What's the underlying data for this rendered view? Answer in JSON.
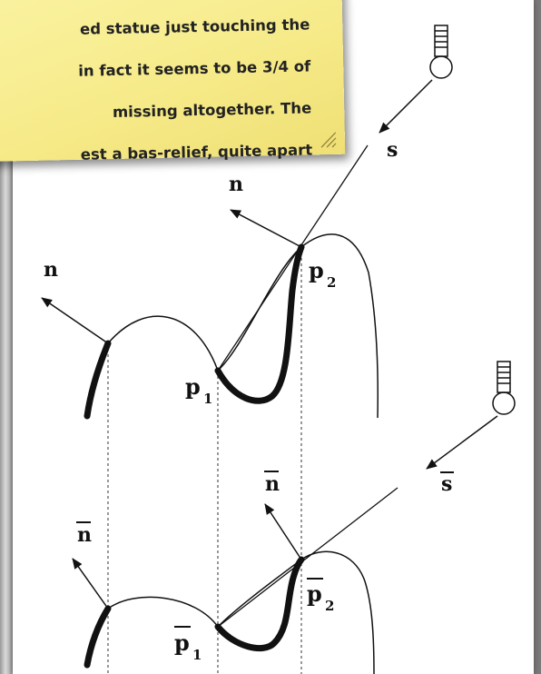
{
  "note": {
    "lines": [
      "ed statue just touching the",
      "in fact it seems to be 3/4 of",
      "missing altogether.  The",
      "est a bas-relief, quite apart"
    ]
  },
  "diagram": {
    "labels": {
      "s": "s",
      "n_top": "n",
      "n_left": "n",
      "p": "p",
      "sub1": "1",
      "sub2": "2",
      "s_bar": "s",
      "n_bar_right": "n",
      "n_bar_left": "n"
    }
  }
}
